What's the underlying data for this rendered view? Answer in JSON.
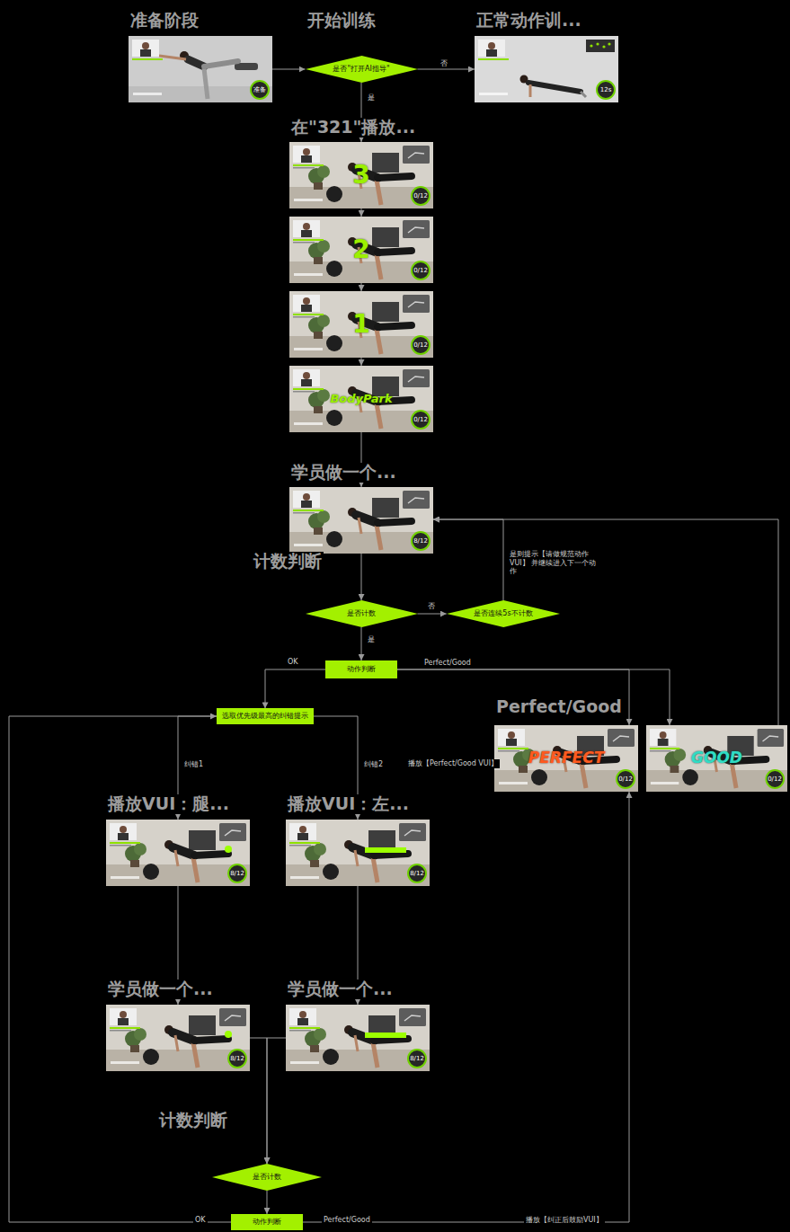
{
  "diagram": {
    "nodes": [
      {
        "text": [
          "准备阶段",
          "准备"
        ]
      },
      {
        "text": [
          "开始训练",
          "是否\"打开AI指导\""
        ]
      },
      {
        "text": [
          "正常动作训...",
          "12s"
        ]
      },
      {
        "text": [
          "在\"321\"播放...",
          "3",
          "0/12"
        ]
      },
      {
        "text": [
          "2",
          "0/12"
        ]
      },
      {
        "text": [
          "1",
          "0/12"
        ]
      },
      {
        "text": [
          "BodyPark",
          "0/12"
        ]
      },
      {
        "text": [
          "学员做一个...",
          "8/12"
        ]
      },
      {
        "text": [
          "计数判断",
          "是否计数"
        ]
      },
      {
        "text": [
          "是否连续5s不计数"
        ]
      },
      {
        "text": [
          "动作判断"
        ]
      },
      {
        "text": [
          "选取优先级最高的纠错提示"
        ]
      },
      {
        "text": [
          "播放VUI：腿...",
          "8/12"
        ]
      },
      {
        "text": [
          "播放VUI：左...",
          "8/12"
        ]
      },
      {
        "text": [
          "Perfect/Good",
          "PERFECT",
          "0/12"
        ]
      },
      {
        "text": [
          "GOOD",
          "0/12"
        ]
      },
      {
        "text": [
          "学员做一个...",
          "8/12"
        ]
      },
      {
        "text": [
          "学员做一个...",
          "8/12"
        ]
      },
      {
        "text": [
          "计数判断",
          "是否计数"
        ]
      },
      {
        "text": [
          "动作判断"
        ]
      }
    ],
    "edges": [
      {
        "from": 0,
        "to": 1,
        "arrow": "to"
      },
      {
        "from": 1,
        "to": 2,
        "label": "否",
        "arrow": "to"
      },
      {
        "from": 1,
        "to": 3,
        "label": "是",
        "arrow": "to"
      },
      {
        "from": 3,
        "to": 4,
        "arrow": "to"
      },
      {
        "from": 4,
        "to": 5,
        "arrow": "to"
      },
      {
        "from": 5,
        "to": 6,
        "arrow": "to"
      },
      {
        "from": 6,
        "to": 7,
        "arrow": "to"
      },
      {
        "from": 7,
        "to": 8,
        "arrow": "to"
      },
      {
        "from": 8,
        "to": 9,
        "label": "否",
        "arrow": "to"
      },
      {
        "from": 9,
        "to": 7,
        "label": "是则提示【请做规范动作VUI】 并继续进入下一个动作",
        "arrow": "to"
      },
      {
        "from": 8,
        "to": 10,
        "label": "是",
        "arrow": "to"
      },
      {
        "from": 10,
        "to": 11,
        "label": "OK",
        "arrow": "to"
      },
      {
        "from": 10,
        "to": 14,
        "label": "Perfect/Good",
        "arrow": "to"
      },
      {
        "from": 10,
        "to": 15,
        "arrow": "to"
      },
      {
        "from": 15,
        "to": 7,
        "arrow": "to"
      },
      {
        "from": 11,
        "to": 12,
        "label": "纠错1",
        "arrow": "to"
      },
      {
        "from": 11,
        "to": 13,
        "label": "纠错2",
        "arrow": "to"
      },
      {
        "from": 12,
        "to": 16,
        "arrow": "to"
      },
      {
        "from": 13,
        "to": 17,
        "arrow": "to"
      },
      {
        "from": 16,
        "to": 18,
        "arrow": "to"
      },
      {
        "from": 17,
        "to": 18,
        "arrow": "to"
      },
      {
        "from": 18,
        "to": 19,
        "arrow": "to"
      },
      {
        "from": 19,
        "to": 11,
        "label": "OK",
        "arrow": "to"
      },
      {
        "from": 19,
        "to": 14,
        "label": "Perfect/Good",
        "arrow": "to"
      }
    ],
    "labels": [
      "播放【Perfect/Good VUI】",
      "播放【纠正后鼓励VUI】"
    ]
  }
}
